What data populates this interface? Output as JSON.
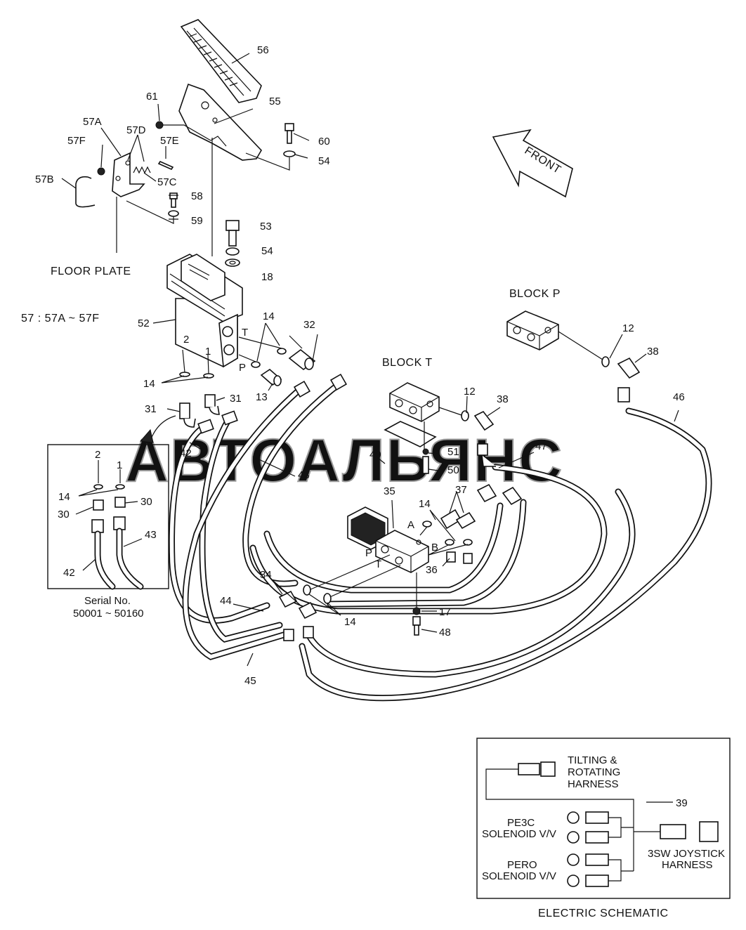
{
  "watermark": "АВТОАЛЬЯНС",
  "captions": {
    "floor_plate": "FLOOR PLATE",
    "group_note": "57 : 57A ~ 57F",
    "front": "FRONT",
    "block_p": "BLOCK P",
    "block_t": "BLOCK T",
    "serial_line1": "Serial No.",
    "serial_line2": "50001 ~ 50160",
    "electric_schematic": "ELECTRIC SCHEMATIC"
  },
  "port_labels": {
    "t": "T",
    "p": "P",
    "port2": "2",
    "port1": "1",
    "valve_a": "A",
    "valve_b": "B",
    "valve_p": "P",
    "valve_t": "T"
  },
  "schematic": {
    "tilting_l1": "TILTING &",
    "tilting_l2": "ROTATING",
    "tilting_l3": "HARNESS",
    "pe3c_l1": "PE3C",
    "pe3c_l2": "SOLENOID V/V",
    "pero_l1": "PERO",
    "pero_l2": "SOLENOID V/V",
    "joystick_l1": "3SW JOYSTICK",
    "joystick_l2": "HARNESS",
    "ref_39": "39"
  },
  "callouts": {
    "c56": "56",
    "c61": "61",
    "c55": "55",
    "c57A": "57A",
    "c57D": "57D",
    "c57F": "57F",
    "c57E": "57E",
    "c57B": "57B",
    "c57C": "57C",
    "c60": "60",
    "c54a": "54",
    "c58": "58",
    "c59": "59",
    "c53": "53",
    "c54b": "54",
    "c18": "18",
    "c52": "52",
    "c14a": "14",
    "c32": "32",
    "c14b": "14",
    "c13": "13",
    "c31a": "31",
    "c31b": "31",
    "c42a": "42",
    "c43a": "43",
    "c12a": "12",
    "c38a": "38",
    "c12b": "12",
    "c38b": "38",
    "c46": "46",
    "c47": "47",
    "c49": "49",
    "c51": "51",
    "c50": "50",
    "c35": "35",
    "c37": "37",
    "c14c": "14",
    "c36": "36",
    "c34": "34",
    "c17": "17",
    "c14d": "14",
    "c48": "48",
    "c44": "44",
    "c45": "45",
    "ins_2": "2",
    "ins_1": "1",
    "ins_14": "14",
    "ins_30a": "30",
    "ins_30b": "30",
    "ins_42": "42",
    "ins_43": "43"
  }
}
